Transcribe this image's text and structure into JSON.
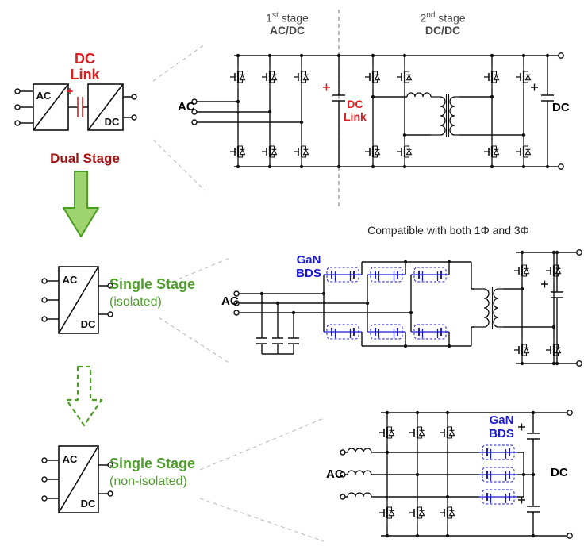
{
  "colors": {
    "red": "#e21b1e",
    "dark_red": "#a31515",
    "green": "#4f9e2d",
    "blue": "#1b1bd6",
    "black": "#111111"
  },
  "left": {
    "dc_link": {
      "line1": "DC",
      "line2": "Link"
    },
    "dual_stage_label": "Dual Stage",
    "block_ac": "AC",
    "block_dc": "DC",
    "isolated": {
      "title": "Single Stage",
      "subtitle": "(isolated)"
    },
    "non_isolated": {
      "title": "Single Stage",
      "subtitle": "(non-isolated)"
    }
  },
  "top_circuit": {
    "stage1": {
      "ordinal": "1",
      "sup": "st",
      "rest": " stage",
      "name": "AC/DC"
    },
    "stage2": {
      "ordinal": "2",
      "sup": "nd",
      "rest": " stage",
      "name": "DC/DC"
    },
    "ac": "AC",
    "dc": "DC",
    "dc_link": {
      "line1": "DC",
      "line2": "Link"
    }
  },
  "middle_circuit": {
    "caption": "Compatible with both 1Φ and 3Φ",
    "gan": {
      "line1": "GaN",
      "line2": "BDS"
    },
    "ac": "AC"
  },
  "bottom_circuit": {
    "gan": {
      "line1": "GaN",
      "line2": "BDS"
    },
    "ac": "AC",
    "dc": "DC"
  }
}
